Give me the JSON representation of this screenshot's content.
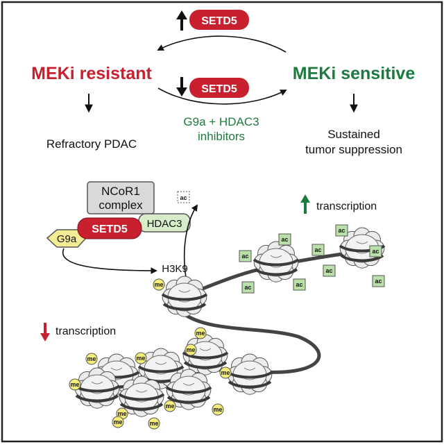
{
  "colors": {
    "red": "#c8202e",
    "green": "#1d7a3e",
    "me_fill": "#f6ee7a",
    "ac_fill": "#b9e0a8",
    "gray_box": "#d9d9d9",
    "g9a_fill": "#f3ee93",
    "hdac3_fill": "#d7ecc8"
  },
  "top": {
    "setd5_up": "SETD5",
    "setd5_down": "SETD5",
    "resistant": "MEKi resistant",
    "sensitive": "MEKi sensitive",
    "inhibitors_line1": "G9a + HDAC3",
    "inhibitors_line2": "inhibitors",
    "refractory": "Refractory PDAC",
    "sustained_line1": "Sustained",
    "sustained_line2": "tumor suppression"
  },
  "bottom": {
    "ncor1_line1": "NCoR1",
    "ncor1_line2": "complex",
    "g9a": "G9a",
    "setd5": "SETD5",
    "hdac3": "HDAC3",
    "ac_removed": "ac",
    "h3k9": "H3K9",
    "transcription_up": "transcription",
    "transcription_down": "transcription",
    "me": "me",
    "ac": "ac"
  }
}
